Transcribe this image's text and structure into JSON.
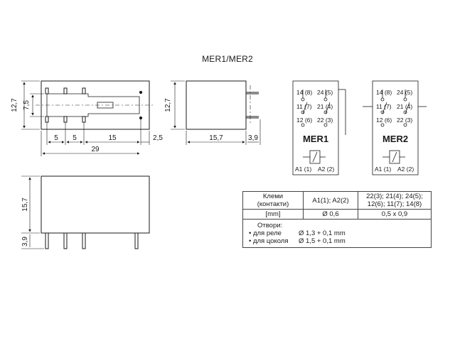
{
  "title": "MER1/MER2",
  "top_view": {
    "height": "12,7",
    "pin_spacing_vertical": "7,5",
    "pitch_a": "5",
    "pitch_b": "5",
    "pitch_c": "15",
    "offset": "2,5",
    "length": "29"
  },
  "side_view": {
    "height": "12,7",
    "width": "15,7",
    "pin_length": "3,9"
  },
  "front_view": {
    "height": "15,7",
    "pin_length": "3,9"
  },
  "schematics": [
    {
      "name": "MER1",
      "contacts": [
        "14 (8)",
        "24 (5)",
        "11 (7)",
        "21 (4)",
        "12 (6)",
        "22 (3)"
      ],
      "coil": [
        "A1 (1)",
        "A2 (2)"
      ]
    },
    {
      "name": "MER2",
      "contacts": [
        "14 (8)",
        "24 (5)",
        "11 (7)",
        "21 (4)",
        "12 (6)",
        "22 (3)"
      ],
      "coil": [
        "A1 (1)",
        "A2 (2)"
      ]
    }
  ],
  "table": {
    "header": {
      "c1_line1": "Клеми",
      "c1_line2": "(контакти)",
      "c2": "A1(1); A2(2)",
      "c3_line1": "22(3); 21(4); 24(5);",
      "c3_line2": "12(6); 11(7); 14(8)"
    },
    "row_mm": {
      "label": "[mm]",
      "c2": "Ø 0,6",
      "c3": "0,5 x 0,9"
    },
    "holes": {
      "label": "Отвори:",
      "relay_label": "• для реле",
      "relay_value": "Ø 1,3 + 0,1 mm",
      "socket_label": "• для цоколя",
      "socket_value": "Ø 1,5 + 0,1 mm"
    }
  }
}
